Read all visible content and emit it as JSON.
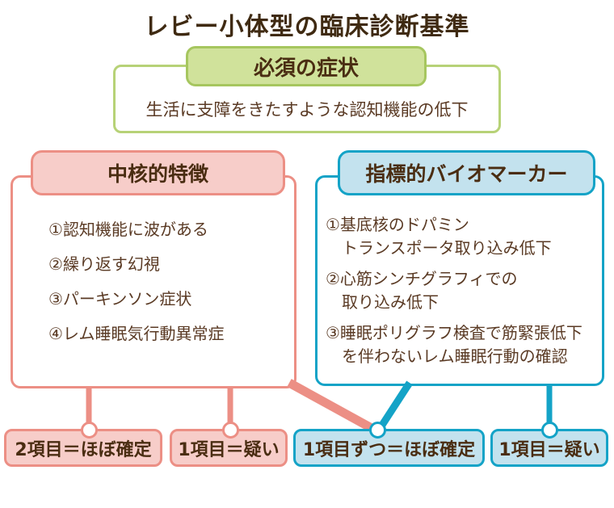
{
  "title": "レビー小体型の臨床診断基準",
  "colors": {
    "title-text": "#3f2a12",
    "body-text": "#5a3a24",
    "bold-text": "#4a2d12",
    "green-fill": "#d0e29b",
    "green-tab-border": "#a6c65f",
    "green-box-border": "#b7d277",
    "pink-fill": "#f7cdc9",
    "pink-border": "#ec8f85",
    "blue-fill": "#c3e2ee",
    "blue-border": "#14a3c7"
  },
  "essential": {
    "header": "必須の症状",
    "body": "生活に支障をきたすような認知機能の低下"
  },
  "core_features": {
    "header": "中核的特徴",
    "items": [
      "①認知機能に波がある",
      "②繰り返す幻視",
      "③パーキンソン症状",
      "④レム睡眠気行動異常症"
    ]
  },
  "biomarkers": {
    "header": "指標的バイオマーカー",
    "items": [
      "①基底核のドパミン\n　トランスポータ取り込み低下",
      "②心筋シンチグラフィでの\n　取り込み低下",
      "③睡眠ポリグラフ検査で筋緊張低下\n　を伴わないレム睡眠行動の確認"
    ]
  },
  "outcomes": [
    {
      "label": "2項目＝ほぼ確定",
      "style": "pink"
    },
    {
      "label": "1項目＝疑い",
      "style": "pink"
    },
    {
      "label": "1項目ずつ＝ほぼ確定",
      "style": "blue"
    },
    {
      "label": "1項目＝疑い",
      "style": "blue"
    }
  ]
}
